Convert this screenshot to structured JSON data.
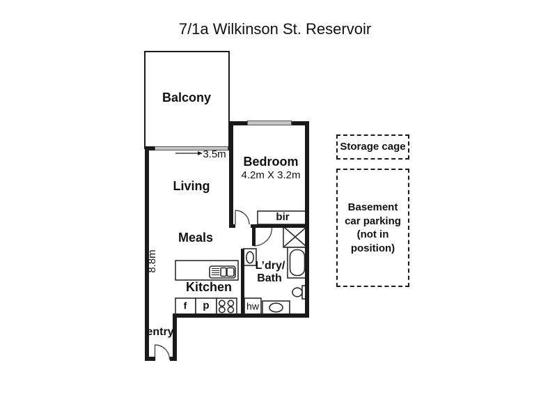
{
  "title": "7/1a Wilkinson St. Reservoir",
  "rooms": {
    "balcony": "Balcony",
    "living": "Living",
    "meals": "Meals",
    "kitchen": "Kitchen",
    "bedroom": "Bedroom",
    "laundry_bath_line1": "L’dry/",
    "laundry_bath_line2": "Bath",
    "entry": "entry"
  },
  "dimensions": {
    "living_width": "3.5m",
    "living_length": "8.8m",
    "bedroom": "4.2m X 3.2m"
  },
  "fixtures": {
    "built_in_robe": "bir",
    "fridge": "f",
    "pantry": "p",
    "hot_water": "hw"
  },
  "outdoor": {
    "storage_cage": "Storage cage",
    "basement_lines": [
      "Basement",
      "car parking",
      "(not in",
      "position)"
    ]
  },
  "colors": {
    "wall": "#1a1a1a",
    "window": "#c6c6c6",
    "background": "#ffffff"
  }
}
